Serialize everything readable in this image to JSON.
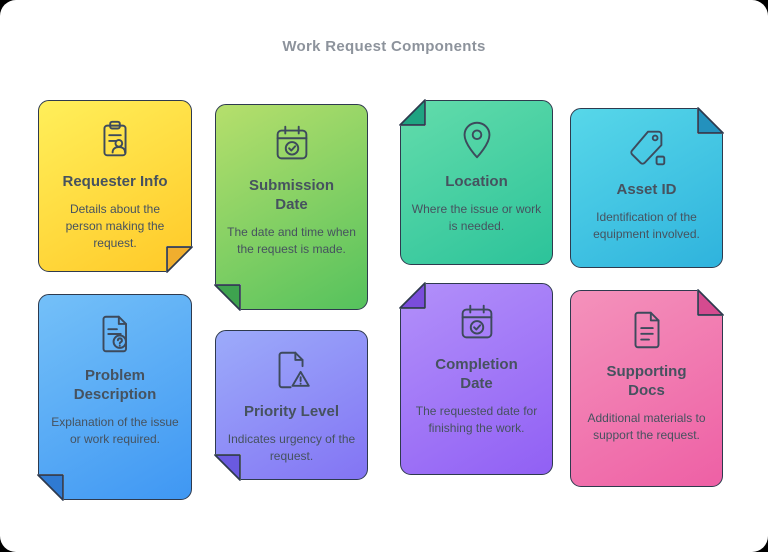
{
  "page": {
    "title": "Work Request Components",
    "title_color": "#8d939c",
    "background_color": "#ffffff",
    "border_color": "#2e3a4e",
    "text_color": "#46525f"
  },
  "cards": [
    {
      "title": "Requester Info",
      "description": "Details about the person making the request.",
      "icon": "clipboard-user-icon",
      "fold": "bottom-right",
      "colors": {
        "top": "#ffef5a",
        "bottom": "#ffc928",
        "fold": "#f0ae2e"
      }
    },
    {
      "title": "Submission Date",
      "description": "The date and time when the request is made.",
      "icon": "calendar-check-icon",
      "fold": "bottom-left",
      "colors": {
        "top": "#b6df6c",
        "bottom": "#55c25d",
        "fold": "#3ea34f"
      }
    },
    {
      "title": "Location",
      "description": "Where the issue or work is needed.",
      "icon": "map-pin-icon",
      "fold": "top-left",
      "colors": {
        "top": "#63dcab",
        "bottom": "#2cc39a",
        "fold": "#1fa381"
      }
    },
    {
      "title": "Asset ID",
      "description": "Identification of the equipment involved.",
      "icon": "tag-icon",
      "fold": "top-right",
      "colors": {
        "top": "#57d7e9",
        "bottom": "#2fb3dd",
        "fold": "#2391bd"
      }
    },
    {
      "title": "Problem Description",
      "description": "Explanation of the issue or work required.",
      "icon": "file-question-icon",
      "fold": "bottom-left",
      "colors": {
        "top": "#74c0f8",
        "bottom": "#3f97f3",
        "fold": "#2f7ad2"
      }
    },
    {
      "title": "Priority Level",
      "description": "Indicates urgency of the request.",
      "icon": "file-warning-icon",
      "fold": "bottom-left",
      "colors": {
        "top": "#9cabfa",
        "bottom": "#8374f4",
        "fold": "#6a5ae0"
      }
    },
    {
      "title": "Completion Date",
      "description": "The requested date for finishing the work.",
      "icon": "calendar-check-icon",
      "fold": "top-left",
      "colors": {
        "top": "#b290fa",
        "bottom": "#9160f4",
        "fold": "#7a4ddb"
      }
    },
    {
      "title": "Supporting Docs",
      "description": "Additional materials to support the request.",
      "icon": "file-lines-icon",
      "fold": "top-right",
      "colors": {
        "top": "#f492bb",
        "bottom": "#ee60a5",
        "fold": "#d44b8f"
      }
    }
  ]
}
